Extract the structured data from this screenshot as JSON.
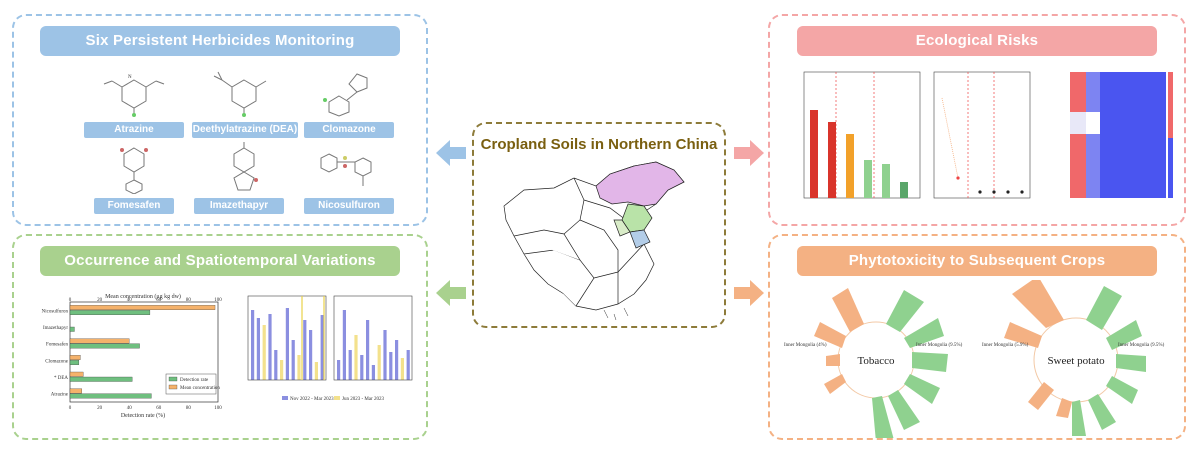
{
  "center": {
    "title": "Cropland Soils in Northern China"
  },
  "herbicides": {
    "banner": "Six Persistent Herbicides Monitoring",
    "items": [
      {
        "name": "Atrazine"
      },
      {
        "name": "Deethylatrazine (DEA)"
      },
      {
        "name": "Clomazone"
      },
      {
        "name": "Fomesafen"
      },
      {
        "name": "Imazethapyr"
      },
      {
        "name": "Nicosulfuron"
      }
    ]
  },
  "occurrence": {
    "banner": "Occurrence and Spatiotemporal Variations",
    "bar_chart": {
      "top_axis_label": "Mean concentration (μg kg dw)",
      "bottom_axis_label": "Detection rate (%)",
      "ticks": [
        "0",
        "20",
        "40",
        "60",
        "80",
        "100"
      ],
      "legend": [
        "Detection rate",
        "Mean concentration"
      ],
      "period_legend": [
        "Nov 2022 - Mar 2023",
        "Jun 2023 - Mar 2023"
      ]
    }
  },
  "ecological": {
    "banner": "Ecological Risks"
  },
  "phytotoxicity": {
    "banner": "Phytotoxicity to Subsequent Crops",
    "crops": [
      "Tobacco",
      "Sweet potato"
    ],
    "tobacco_labels": [
      "Inner Mongolia (4%)",
      "Inner Mongolia (9.5%)"
    ],
    "sweet_labels": [
      "Inner Mongolia (5.9%)",
      "Inner Mongolia (9.5%)"
    ]
  },
  "chart_data": [
    {
      "type": "bar",
      "orientation": "horizontal",
      "categories": [
        "Nicosulfuron",
        "Imazethapyr",
        "Fomesafen",
        "Clomazone",
        "* DEA",
        "Atrazine"
      ],
      "series": [
        {
          "name": "Detection rate",
          "values": [
            54,
            3,
            47,
            6,
            42,
            55
          ]
        },
        {
          "name": "Mean concentration",
          "values": [
            98,
            0,
            40,
            7,
            9,
            8
          ]
        }
      ],
      "xlabel": "Detection rate (%)",
      "xlim": [
        0,
        100
      ]
    }
  ],
  "colors": {
    "blue": "#9dc3e6",
    "green": "#a9d18e",
    "red": "#f4a6a6",
    "orange": "#f4b183",
    "bar_green": "#6fbf7f",
    "bar_orange": "#f5b26b"
  }
}
